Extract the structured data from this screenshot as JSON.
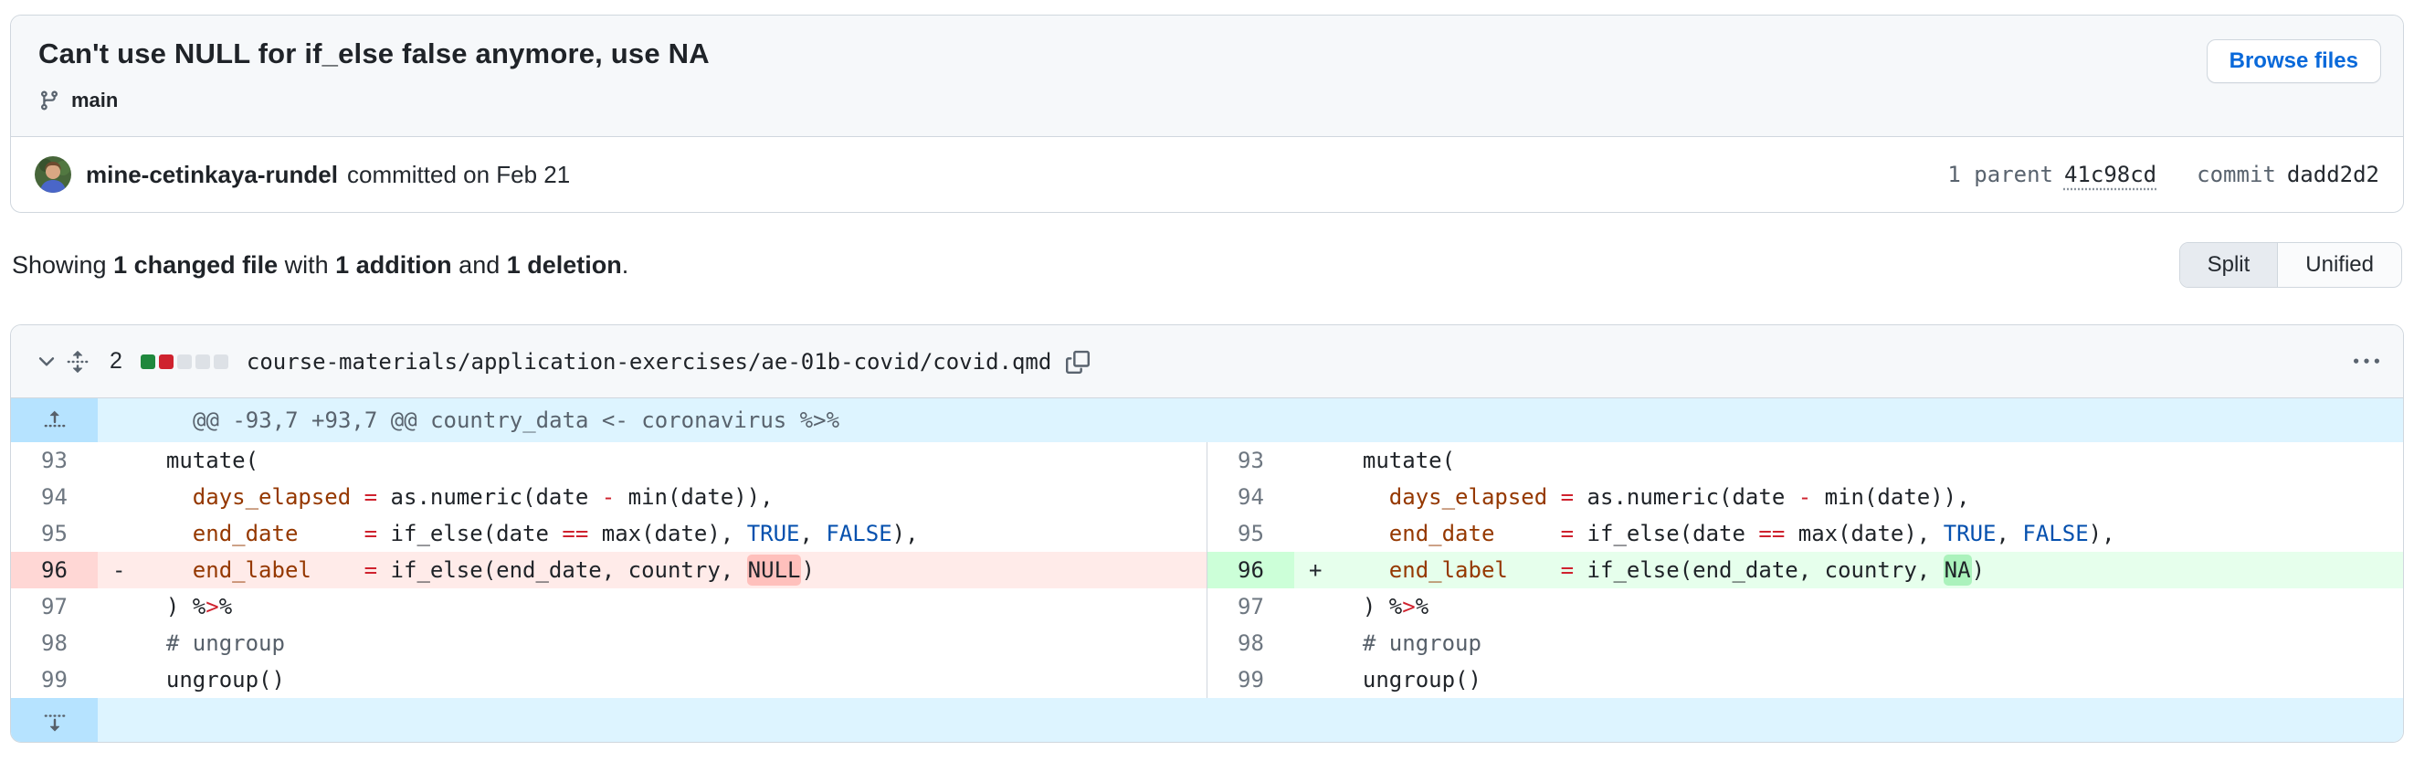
{
  "theme": {
    "accent": "#0969da",
    "border": "#d0d7de",
    "muted": "#59636e",
    "bg_subtle": "#f6f8fa",
    "hunk_bg": "#ddf4ff",
    "hunk_cell_bg": "#b6e3ff",
    "del_bg": "#ffebe9",
    "del_num_bg": "#ffd7d5",
    "del_word": "#ffc0bc",
    "add_bg": "#e6ffec",
    "add_num_bg": "#ccffd8",
    "add_word": "#abf2bc",
    "code_default": "#1f2328",
    "syntax_var": "#953800",
    "syntax_op": "#cf222e",
    "syntax_const": "#0550ae",
    "syntax_comment": "#57606a"
  },
  "icons": {
    "branch": "git-branch",
    "collapse": "chevron-down",
    "expand_all": "unfold",
    "copy": "copy",
    "more": "kebab-horizontal",
    "expand_up": "fold-up",
    "expand_down": "fold-down"
  },
  "header": {
    "title": "Can't use NULL for if_else false anymore, use NA",
    "branch": "main",
    "browse_button": "Browse files",
    "author": "mine-cetinkaya-rundel",
    "committed": "committed on Feb 21",
    "parent_label": "1 parent",
    "parent_sha": "41c98cd",
    "commit_label": "commit",
    "commit_sha": "dadd2d2"
  },
  "summary": {
    "prefix": "Showing ",
    "files": "1 changed file",
    "with": " with ",
    "additions": "1 addition",
    "and": " and ",
    "deletions": "1 deletion",
    "period": ".",
    "split": "Split",
    "unified": "Unified",
    "selected_view": "Split"
  },
  "file": {
    "changes": "2",
    "diffstat": [
      "add",
      "del",
      "neutral",
      "neutral",
      "neutral"
    ],
    "path": "course-materials/application-exercises/ae-01b-covid/covid.qmd"
  },
  "hunk": "@@ -93,7 +93,7 @@ country_data <- coronavirus %>%",
  "rows": [
    {
      "l": {
        "n": "93",
        "s": "",
        "t": "ctx",
        "c": [
          [
            "  mutate(",
            "pl"
          ]
        ]
      },
      "r": {
        "n": "93",
        "s": "",
        "t": "ctx",
        "c": [
          [
            "  mutate(",
            "pl"
          ]
        ]
      }
    },
    {
      "l": {
        "n": "94",
        "s": "",
        "t": "ctx",
        "c": [
          [
            "    ",
            "pl"
          ],
          [
            "days_elapsed",
            "v"
          ],
          [
            " ",
            "pl"
          ],
          [
            "=",
            "o"
          ],
          [
            " as.numeric(date ",
            "pl"
          ],
          [
            "-",
            "o"
          ],
          [
            " min(date)),",
            "pl"
          ]
        ]
      },
      "r": {
        "n": "94",
        "s": "",
        "t": "ctx",
        "c": [
          [
            "    ",
            "pl"
          ],
          [
            "days_elapsed",
            "v"
          ],
          [
            " ",
            "pl"
          ],
          [
            "=",
            "o"
          ],
          [
            " as.numeric(date ",
            "pl"
          ],
          [
            "-",
            "o"
          ],
          [
            " min(date)),",
            "pl"
          ]
        ]
      }
    },
    {
      "l": {
        "n": "95",
        "s": "",
        "t": "ctx",
        "c": [
          [
            "    ",
            "pl"
          ],
          [
            "end_date",
            "v"
          ],
          [
            "     ",
            "pl"
          ],
          [
            "=",
            "o"
          ],
          [
            " if_else(date ",
            "pl"
          ],
          [
            "==",
            "o"
          ],
          [
            " max(date), ",
            "pl"
          ],
          [
            "TRUE",
            "k"
          ],
          [
            ", ",
            "pl"
          ],
          [
            "FALSE",
            "k"
          ],
          [
            "),",
            "pl"
          ]
        ]
      },
      "r": {
        "n": "95",
        "s": "",
        "t": "ctx",
        "c": [
          [
            "    ",
            "pl"
          ],
          [
            "end_date",
            "v"
          ],
          [
            "     ",
            "pl"
          ],
          [
            "=",
            "o"
          ],
          [
            " if_else(date ",
            "pl"
          ],
          [
            "==",
            "o"
          ],
          [
            " max(date), ",
            "pl"
          ],
          [
            "TRUE",
            "k"
          ],
          [
            ", ",
            "pl"
          ],
          [
            "FALSE",
            "k"
          ],
          [
            "),",
            "pl"
          ]
        ]
      }
    },
    {
      "l": {
        "n": "96",
        "s": "-",
        "t": "del",
        "c": [
          [
            "    ",
            "pl"
          ],
          [
            "end_label",
            "v"
          ],
          [
            "    ",
            "pl"
          ],
          [
            "=",
            "o"
          ],
          [
            " if_else(end_date, country, ",
            "pl"
          ],
          [
            "NULL",
            "hd"
          ],
          [
            ")",
            "pl"
          ]
        ]
      },
      "r": {
        "n": "96",
        "s": "+",
        "t": "add",
        "c": [
          [
            "    ",
            "pl"
          ],
          [
            "end_label",
            "v"
          ],
          [
            "    ",
            "pl"
          ],
          [
            "=",
            "o"
          ],
          [
            " if_else(end_date, country, ",
            "pl"
          ],
          [
            "NA",
            "ha"
          ],
          [
            ")",
            "pl"
          ]
        ]
      }
    },
    {
      "l": {
        "n": "97",
        "s": "",
        "t": "ctx",
        "c": [
          [
            "  ) %",
            "pl"
          ],
          [
            ">",
            "o"
          ],
          [
            "%",
            "pl"
          ]
        ]
      },
      "r": {
        "n": "97",
        "s": "",
        "t": "ctx",
        "c": [
          [
            "  ) %",
            "pl"
          ],
          [
            ">",
            "o"
          ],
          [
            "%",
            "pl"
          ]
        ]
      }
    },
    {
      "l": {
        "n": "98",
        "s": "",
        "t": "ctx",
        "c": [
          [
            "  # ungroup",
            "c"
          ]
        ]
      },
      "r": {
        "n": "98",
        "s": "",
        "t": "ctx",
        "c": [
          [
            "  # ungroup",
            "c"
          ]
        ]
      }
    },
    {
      "l": {
        "n": "99",
        "s": "",
        "t": "ctx",
        "c": [
          [
            "  ungroup()",
            "pl"
          ]
        ]
      },
      "r": {
        "n": "99",
        "s": "",
        "t": "ctx",
        "c": [
          [
            "  ungroup()",
            "pl"
          ]
        ]
      }
    }
  ]
}
